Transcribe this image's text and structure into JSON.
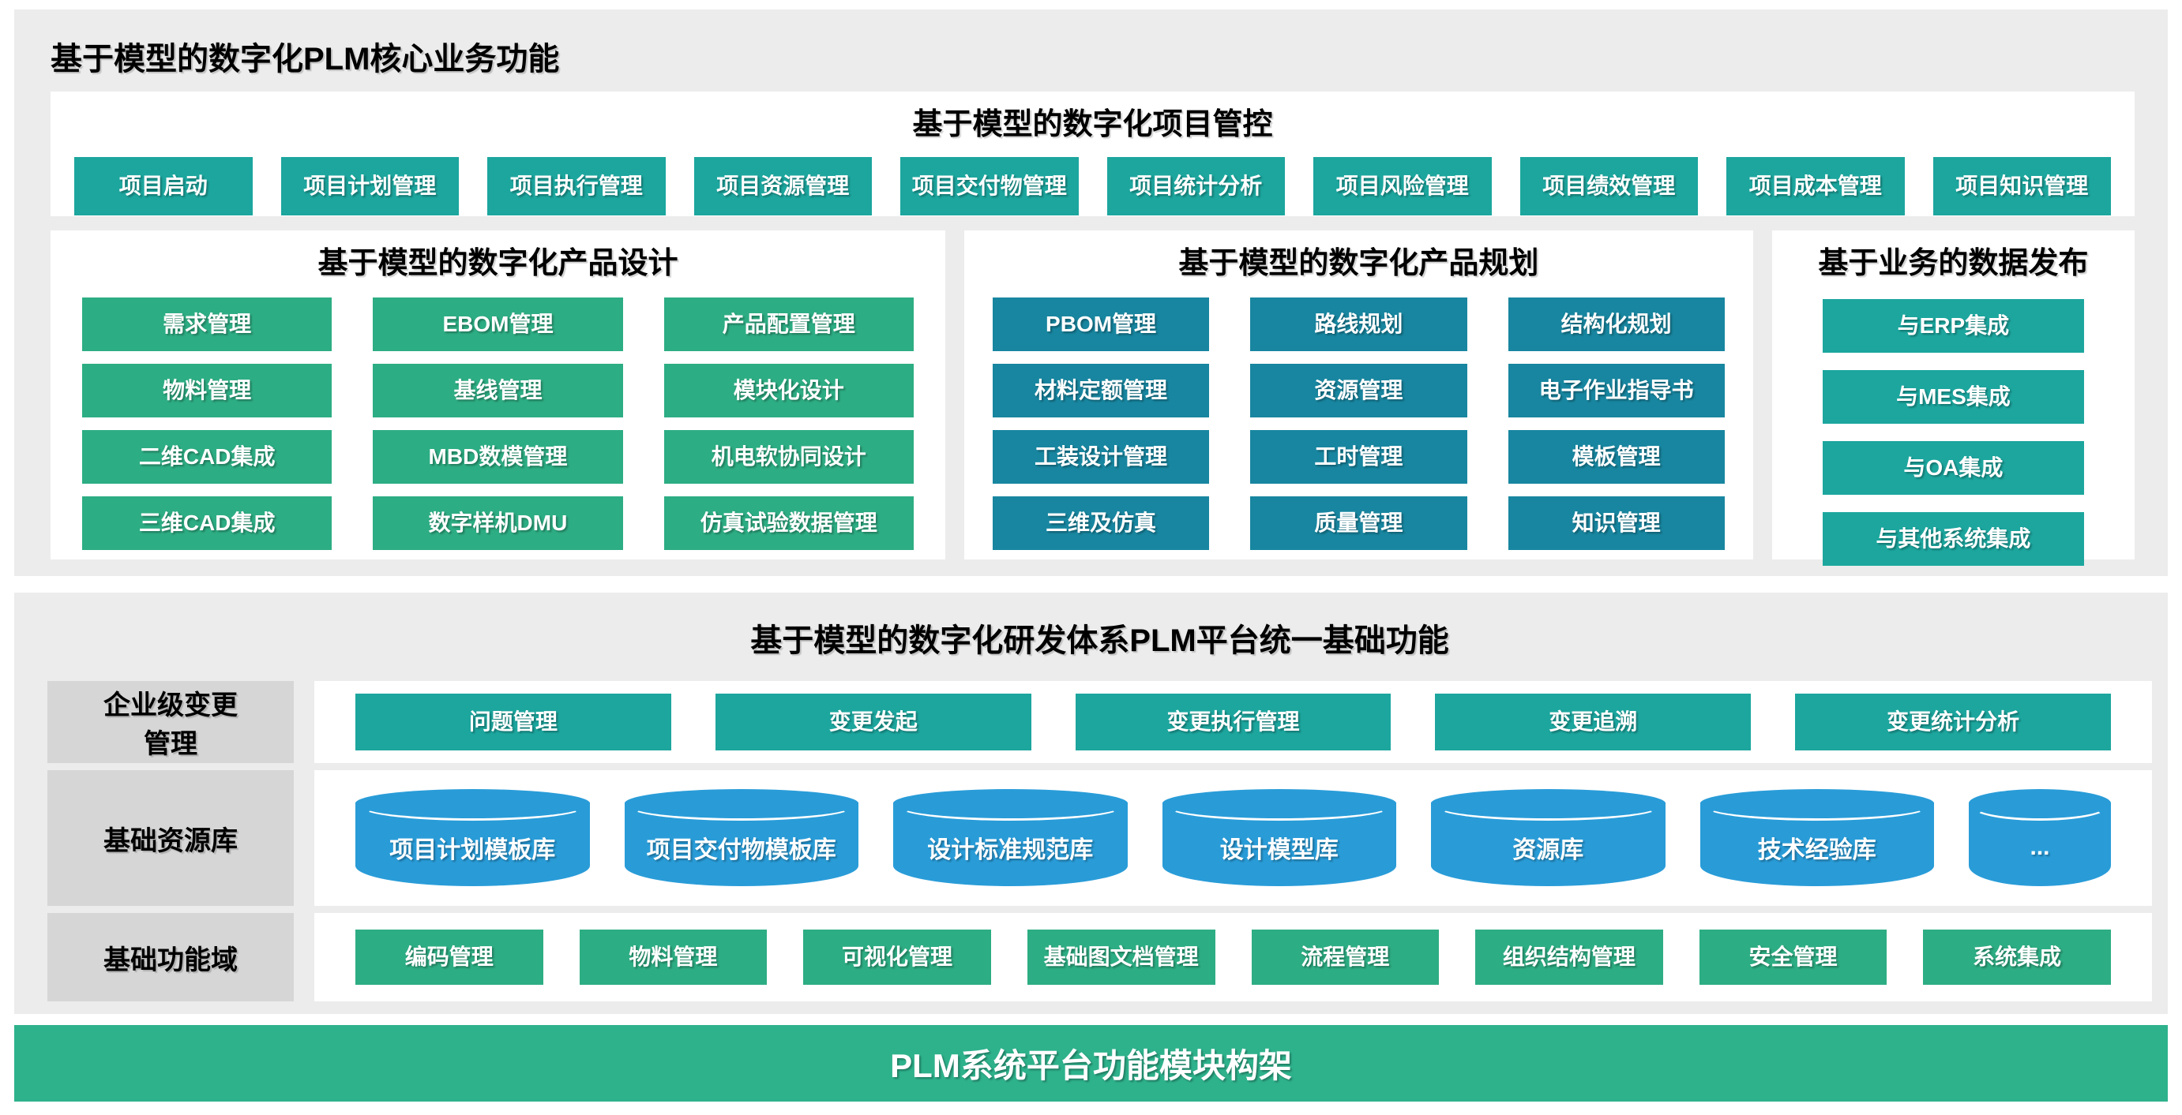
{
  "header": {
    "title": "基于模型的数字化PLM核心业务功能"
  },
  "project_control": {
    "title": "基于模型的数字化项目管控",
    "buttons": [
      "项目启动",
      "项目计划管理",
      "项目执行管理",
      "项目资源管理",
      "项目交付物管理",
      "项目统计分析",
      "项目风险管理",
      "项目绩效管理",
      "项目成本管理",
      "项目知识管理"
    ]
  },
  "product_design": {
    "title": "基于模型的数字化产品设计",
    "buttons": [
      "需求管理",
      "EBOM管理",
      "产品配置管理",
      "物料管理",
      "基线管理",
      "模块化设计",
      "二维CAD集成",
      "MBD数模管理",
      "机电软协同设计",
      "三维CAD集成",
      "数字样机DMU",
      "仿真试验数据管理"
    ]
  },
  "product_planning": {
    "title": "基于模型的数字化产品规划",
    "buttons": [
      "PBOM管理",
      "路线规划",
      "结构化规划",
      "材料定额管理",
      "资源管理",
      "电子作业指导书",
      "工装设计管理",
      "工时管理",
      "模板管理",
      "三维及仿真",
      "质量管理",
      "知识管理"
    ]
  },
  "data_release": {
    "title": "基于业务的数据发布",
    "buttons": [
      "与ERP集成",
      "与MES集成",
      "与OA集成",
      "与其他系统集成"
    ]
  },
  "platform": {
    "title": "基于模型的数字化研发体系PLM平台统一基础功能",
    "change": {
      "label": "企业级变更\n管理",
      "items": [
        "问题管理",
        "变更发起",
        "变更执行管理",
        "变更追溯",
        "变更统计分析"
      ]
    },
    "resources": {
      "label": "基础资源库",
      "items": [
        "项目计划模板库",
        "项目交付物模板库",
        "设计标准规范库",
        "设计模型库",
        "资源库",
        "技术经验库",
        "..."
      ]
    },
    "functions": {
      "label": "基础功能域",
      "items": [
        "编码管理",
        "物料管理",
        "可视化管理",
        "基础图文档管理",
        "流程管理",
        "组织结构管理",
        "安全管理",
        "系统集成"
      ]
    }
  },
  "footer": {
    "title": "PLM系统平台功能模块构架"
  },
  "colors": {
    "teal": "#1CA69E",
    "green": "#2DAD83",
    "deep_teal": "#1886A0",
    "blue": "#299CD8",
    "banner_green": "#2EB28C",
    "panel_gray": "#ECECEC",
    "label_gray": "#D6D6D6"
  }
}
